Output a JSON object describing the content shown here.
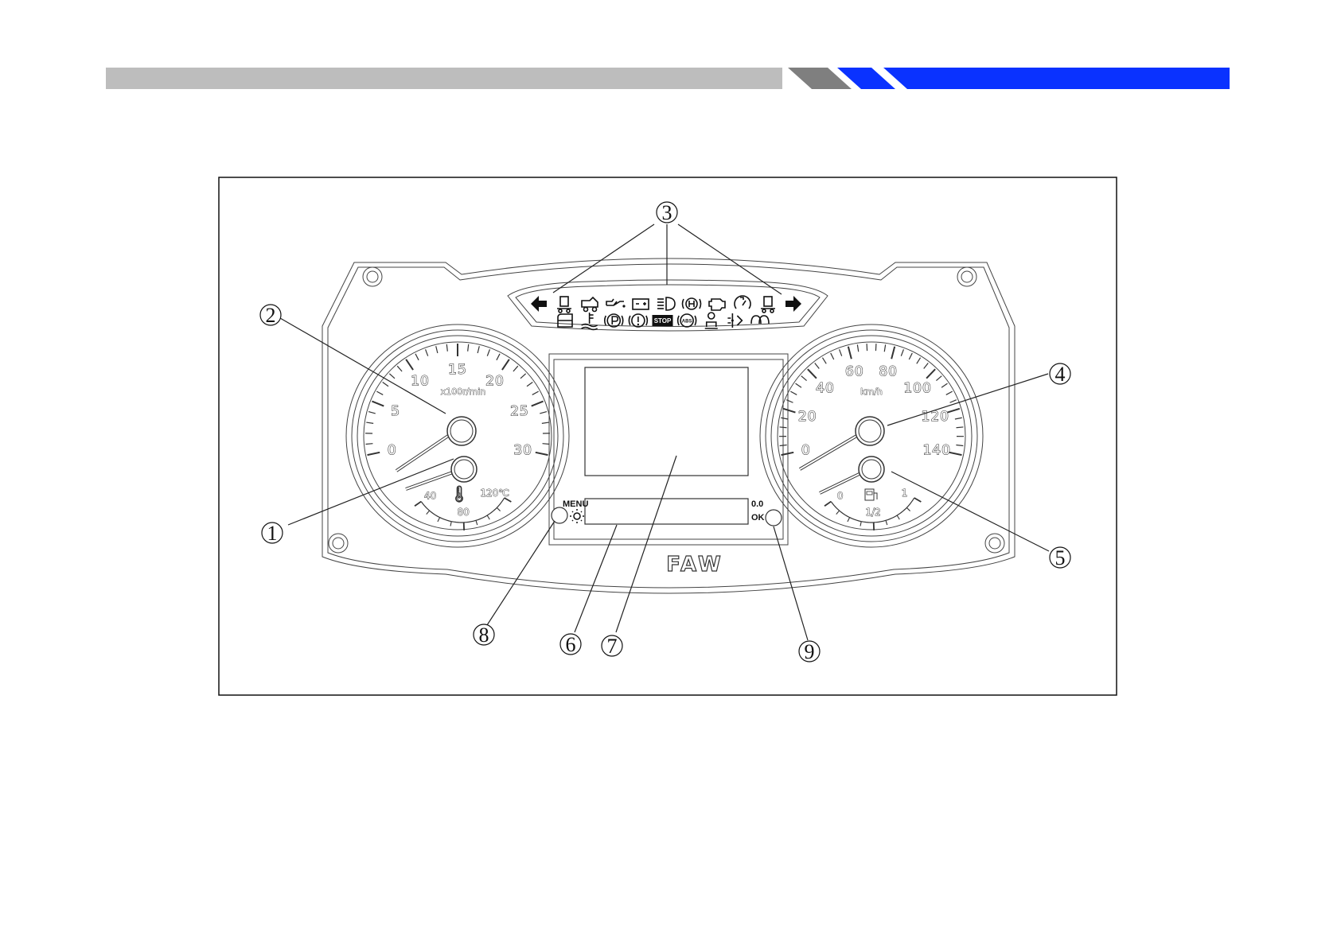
{
  "colors": {
    "header_gray": "#bdbdbd",
    "header_dark_gray": "#7f7f7f",
    "header_blue": "#0a32ff",
    "outline": "#444444"
  },
  "tachometer": {
    "labels": [
      "0",
      "5",
      "10",
      "15",
      "20",
      "25",
      "30"
    ],
    "unit": "x100r/min"
  },
  "temperature_gauge": {
    "labels": [
      "40",
      "80",
      "120℃"
    ]
  },
  "speedometer": {
    "labels": [
      "0",
      "20",
      "40",
      "60",
      "80",
      "100",
      "120",
      "140"
    ],
    "unit": "km/h"
  },
  "fuel_gauge": {
    "labels": [
      "0",
      "1/2",
      "1"
    ]
  },
  "warning_panel": {
    "row1_icons": [
      "left-turn-arrow-icon",
      "trailer-icon",
      "truck-tilt-icon",
      "oil-pressure-icon",
      "battery-icon",
      "high-beam-icon",
      "exhaust-brake-icon",
      "engine-check-icon",
      "speed-limit-icon",
      "trailer-right-icon",
      "right-turn-arrow-icon"
    ],
    "row2_icons": [
      "door-open-icon",
      "coolant-temp-icon",
      "parking-brake-icon",
      "brake-warning-icon",
      "stop-icon",
      "abs-icon",
      "driver-icon",
      "water-in-fuel-icon",
      "glow-plug-icon"
    ],
    "stop_text": "STOP",
    "abs_text": "ABS"
  },
  "buttons": {
    "menu_label": "MENU",
    "ok_label": "OK",
    "ok_value": "0.0"
  },
  "brand": "FAW",
  "callouts": [
    "1",
    "2",
    "3",
    "4",
    "5",
    "6",
    "7",
    "8",
    "9"
  ]
}
